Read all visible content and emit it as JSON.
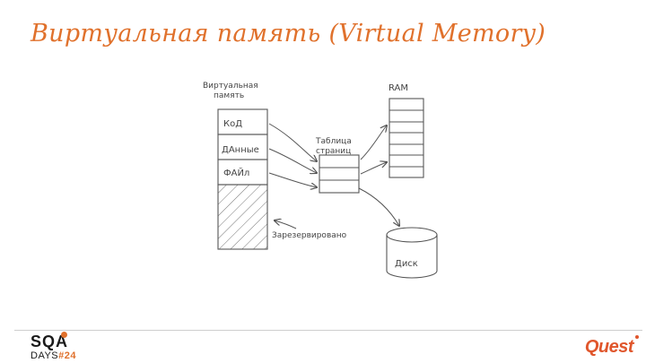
{
  "slide": {
    "title": "Виртуальная память (Virtual Memory)"
  },
  "diagram": {
    "virtual_memory_label_line1": "Виртуальная",
    "virtual_memory_label_line2": "память",
    "segments": [
      "КоД",
      "ДАнные",
      "ФАЙл"
    ],
    "reserved_label": "Зарезервировано",
    "page_table_label_line1": "Таблица",
    "page_table_label_line2": "страниц",
    "ram_label": "RAM",
    "disk_label": "Диск"
  },
  "footer": {
    "sqa_logo": "SQA",
    "days_text": "DAYS",
    "days_number": "#24",
    "quest_logo": "Quest",
    "brand_color": "#e0712c"
  }
}
